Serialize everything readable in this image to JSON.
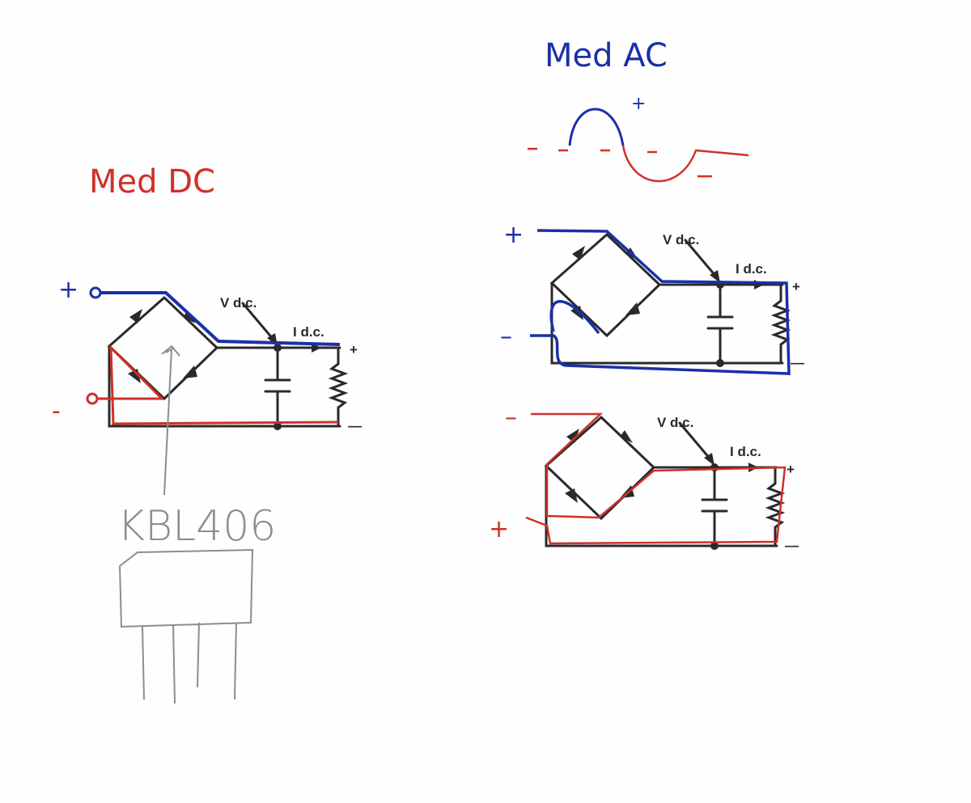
{
  "titles": {
    "dc": "Med DC",
    "ac": "Med AC"
  },
  "part_label": "KBL406",
  "circuit_labels": {
    "vdc": "V d.c.",
    "idc": "I d.c.",
    "out_plus": "+",
    "out_minus": "—"
  },
  "polarity": {
    "dc_plus": "+",
    "dc_minus": "-",
    "ac_top_plus": "+",
    "ac_top_minus": "–",
    "ac_bottom_minus": "–",
    "ac_bottom_plus": "+",
    "wave_plus": "+"
  },
  "colors": {
    "ink": "#2a2a2a",
    "blue": "#1c2fa8",
    "red": "#d0302a",
    "pencil": "#8a8d92"
  }
}
